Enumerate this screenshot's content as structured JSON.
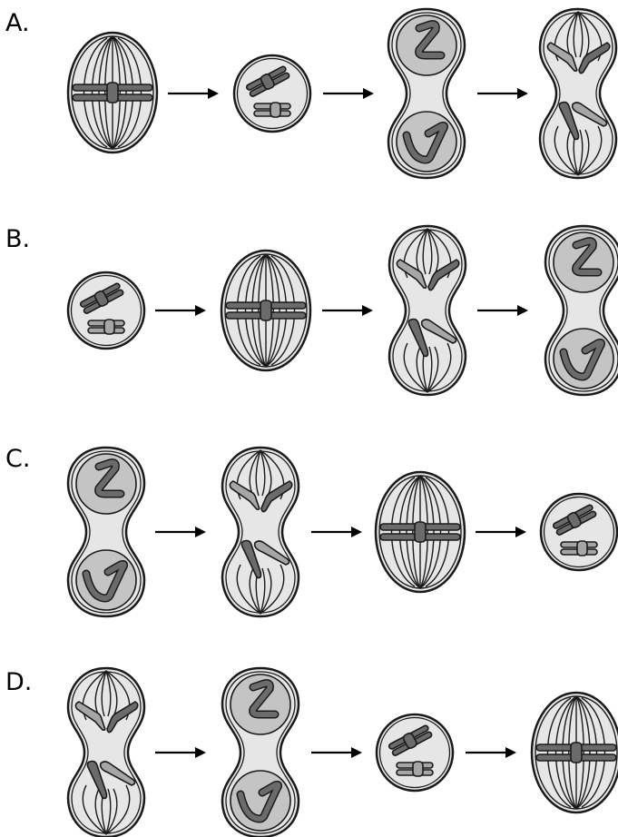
{
  "question_options": [
    {
      "label": "A.",
      "sequence": [
        "metaphase",
        "prophase",
        "telophase",
        "anaphase"
      ]
    },
    {
      "label": "B.",
      "sequence": [
        "prophase",
        "metaphase",
        "anaphase",
        "telophase"
      ]
    },
    {
      "label": "C.",
      "sequence": [
        "telophase",
        "anaphase",
        "metaphase",
        "prophase"
      ]
    },
    {
      "label": "D.",
      "sequence": [
        "anaphase",
        "telophase",
        "prophase",
        "metaphase"
      ]
    }
  ],
  "colors": {
    "cell_fill": "#e6e6e6",
    "nucleus_fill": "#c4c4c4",
    "chromosome_dark": "#6b6b6b",
    "chromosome_light": "#a6a6a6",
    "outline": "#1a1a1a"
  }
}
